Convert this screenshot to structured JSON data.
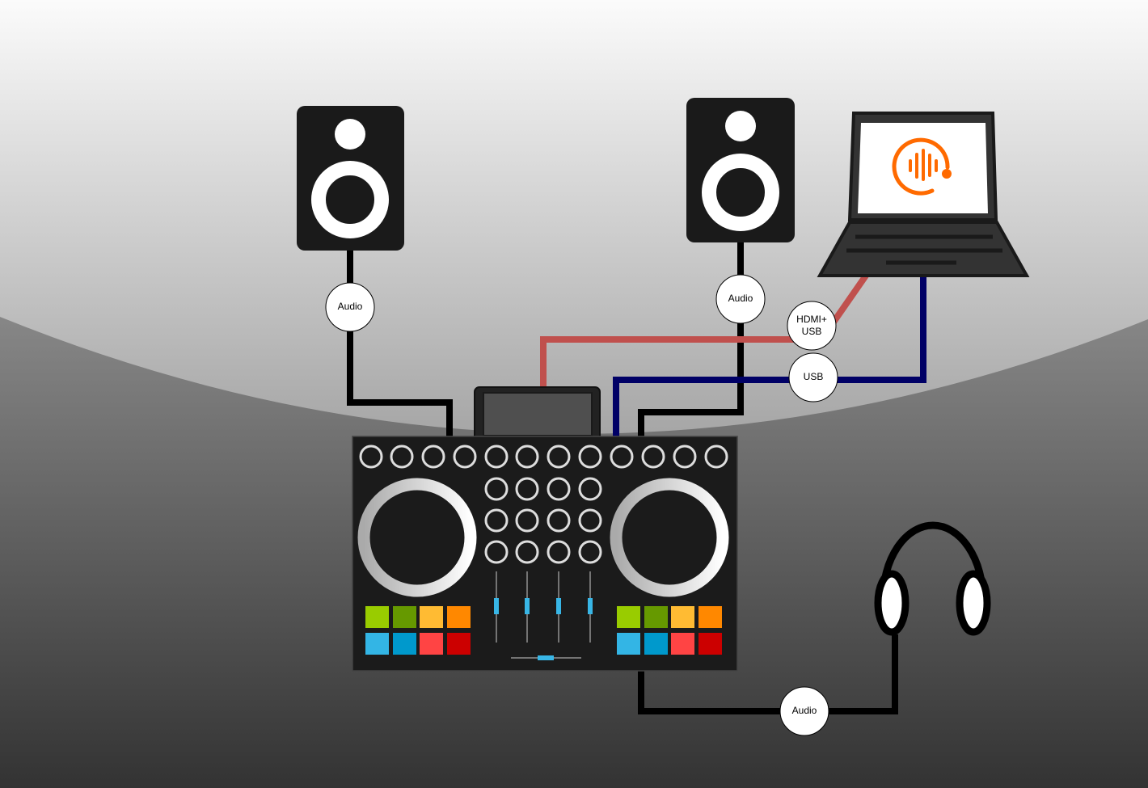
{
  "labels": {
    "audio_left_speaker": "Audio",
    "audio_right_speaker": "Audio",
    "hdmi_usb_line1": "HDMI+",
    "hdmi_usb_line2": "USB",
    "usb": "USB",
    "audio_headphones": "Audio"
  },
  "colors": {
    "audio_cable": "#000000",
    "hdmi_cable": "#c0504d",
    "usb_cable": "#000066",
    "logo": "#ff6a00",
    "fader_handle": "#38b6e6",
    "pads": [
      "#99cc00",
      "#669900",
      "#ffbb33",
      "#ff8800",
      "#33b5e5",
      "#0099cc",
      "#ff4444",
      "#cc0000"
    ]
  },
  "icons": {
    "speaker": "speaker-icon",
    "laptop": "laptop-icon",
    "headphones": "headphones-icon",
    "controller": "dj-controller-icon",
    "logo": "audio-wave-logo-icon"
  }
}
